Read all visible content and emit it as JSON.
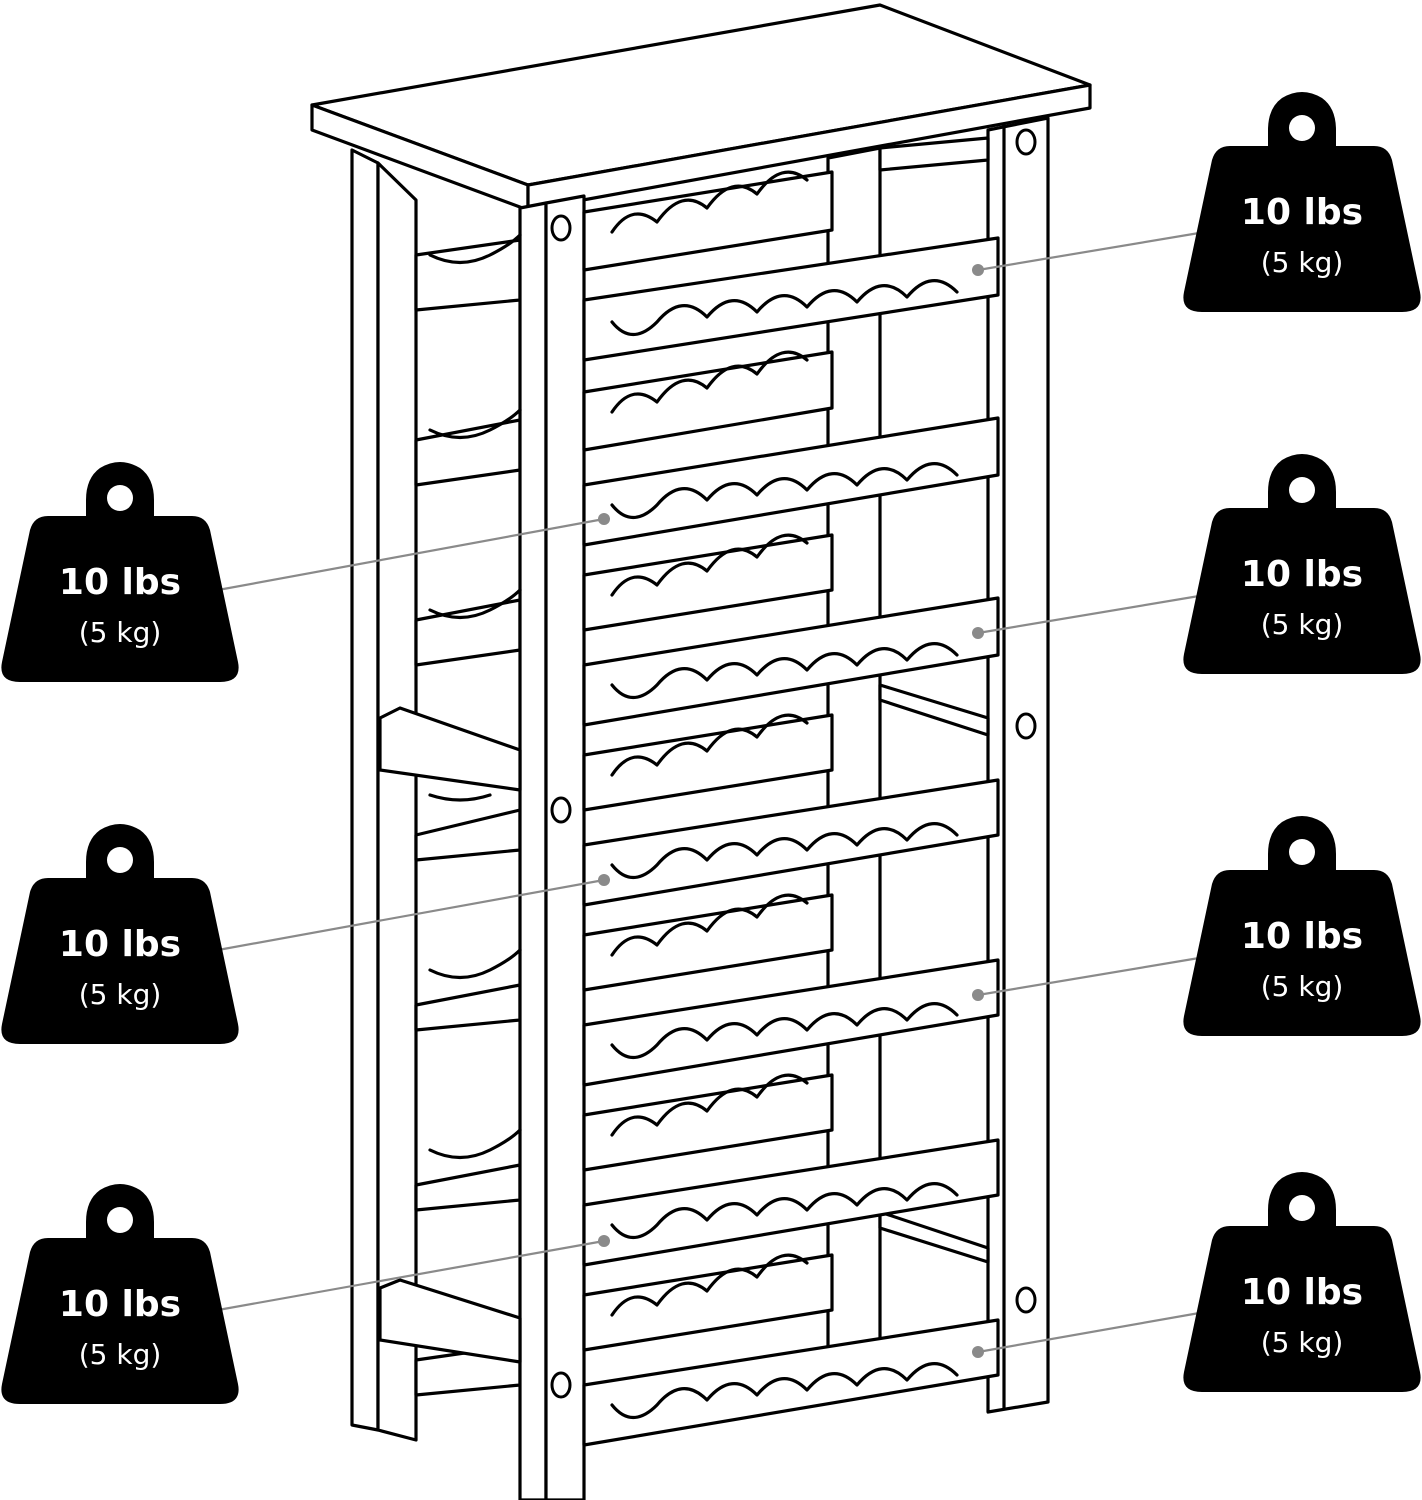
{
  "weights": [
    {
      "id": "right-1",
      "lbs": "10 lbs",
      "kg": "(5 kg)"
    },
    {
      "id": "right-2",
      "lbs": "10 lbs",
      "kg": "(5 kg)"
    },
    {
      "id": "right-3",
      "lbs": "10 lbs",
      "kg": "(5 kg)"
    },
    {
      "id": "right-4",
      "lbs": "10 lbs",
      "kg": "(5 kg)"
    },
    {
      "id": "left-1",
      "lbs": "10 lbs",
      "kg": "(5 kg)"
    },
    {
      "id": "left-2",
      "lbs": "10 lbs",
      "kg": "(5 kg)"
    },
    {
      "id": "left-3",
      "lbs": "10 lbs",
      "kg": "(5 kg)"
    }
  ],
  "colors": {
    "weight_fill": "#000000",
    "leader_line": "#8a8a8a",
    "outline": "#000000",
    "background": "#ffffff"
  },
  "icons": {
    "weight": "kettlebell-weight-icon"
  }
}
